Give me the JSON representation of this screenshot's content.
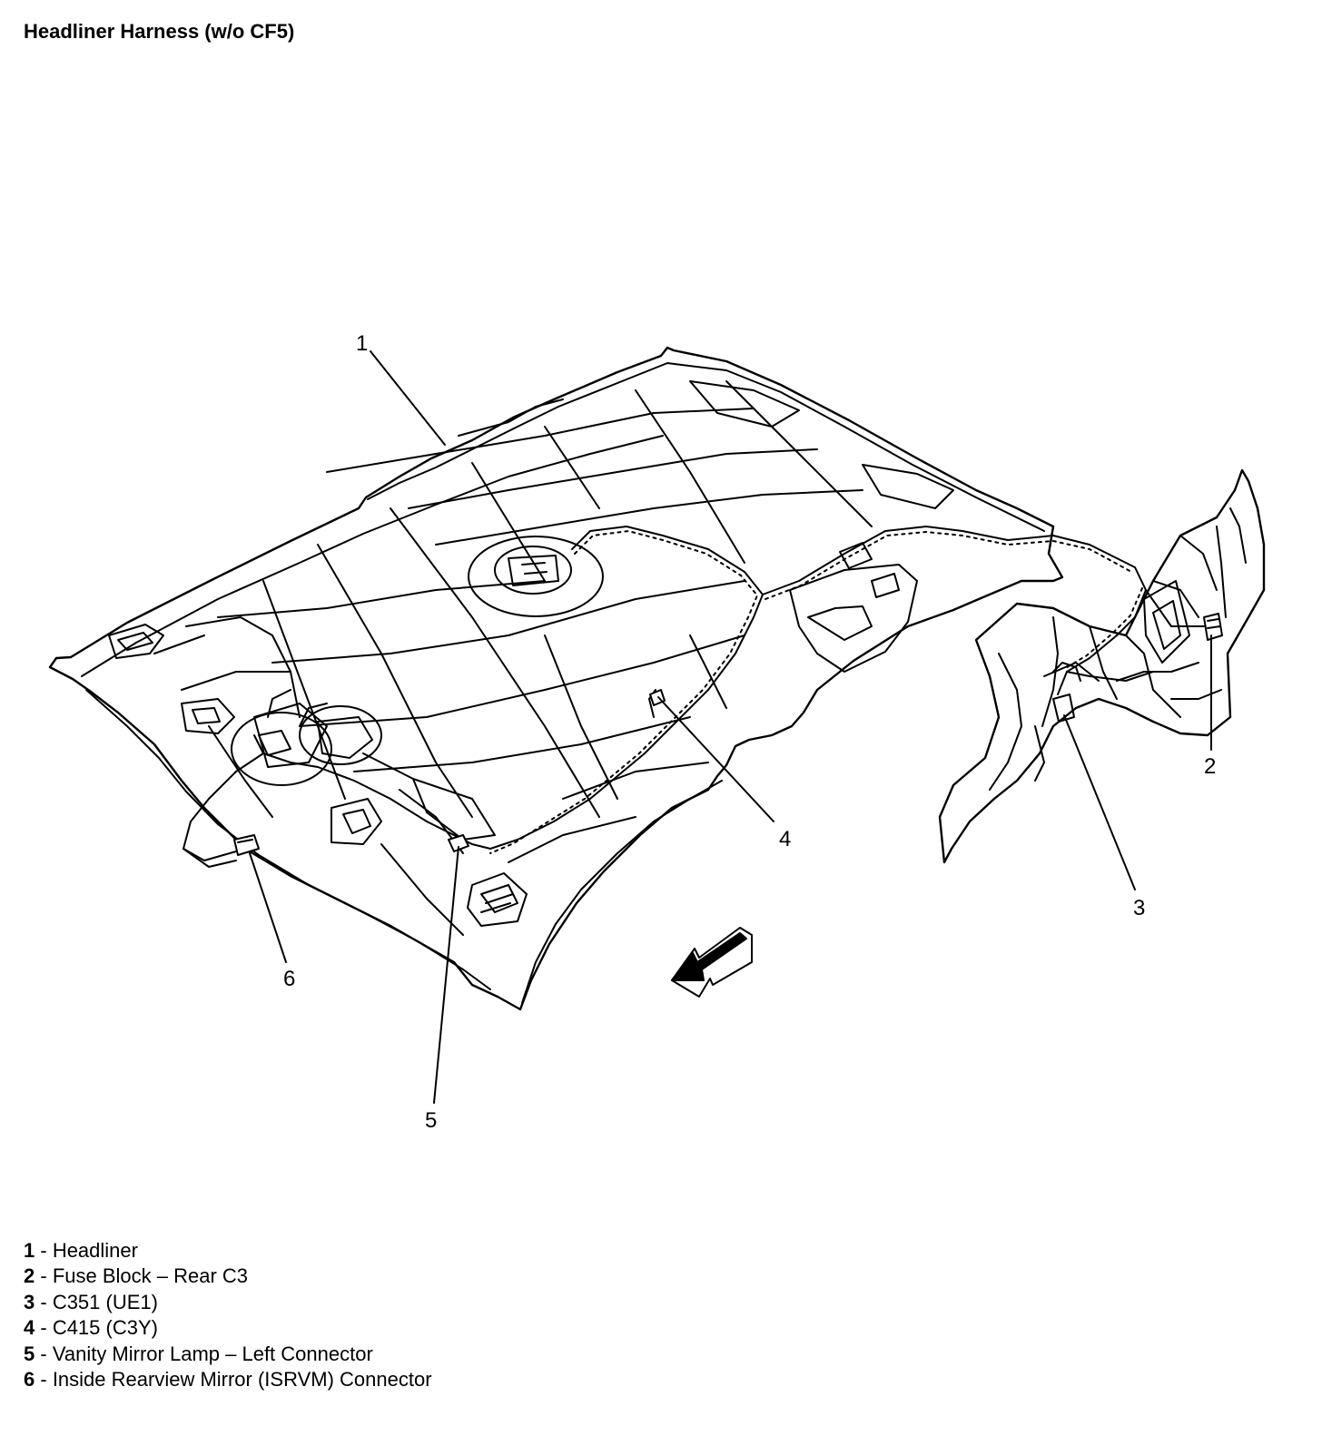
{
  "title": "Headliner Harness (w/o CF5)",
  "callouts": [
    {
      "number": "1",
      "name": "Headliner"
    },
    {
      "number": "2",
      "name": "Fuse Block – Rear C3"
    },
    {
      "number": "3",
      "name": "C351 (UE1)"
    },
    {
      "number": "4",
      "name": "C415 (C3Y)"
    },
    {
      "number": "5",
      "name": "Vanity Mirror Lamp – Left Connector"
    },
    {
      "number": "6",
      "name": "Inside Rearview Mirror (ISRVM) Connector"
    }
  ],
  "legend_separators": [
    " - ",
    " - ",
    " - ",
    " - ",
    " - ",
    " - "
  ]
}
